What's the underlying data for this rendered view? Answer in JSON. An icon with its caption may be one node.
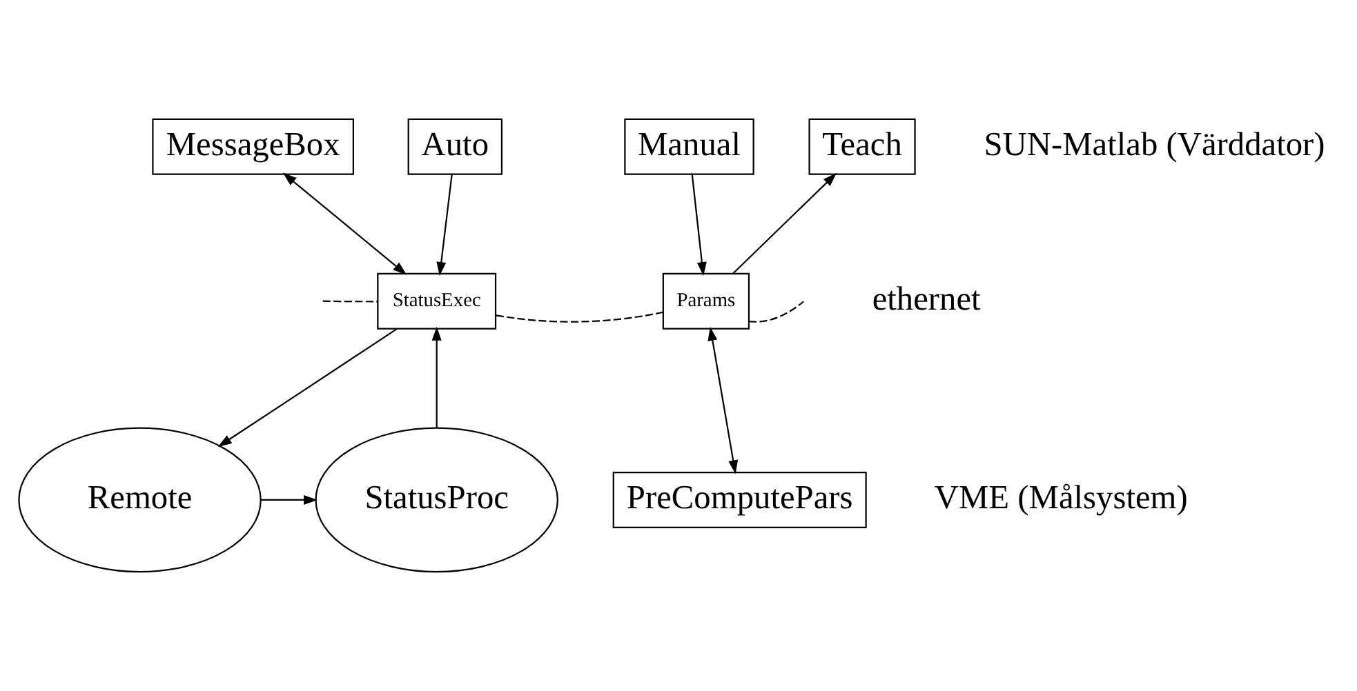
{
  "diagram": {
    "nodes": [
      {
        "text": [
          "MessageBox"
        ]
      },
      {
        "text": [
          "Auto"
        ]
      },
      {
        "text": [
          "Manual"
        ]
      },
      {
        "text": [
          "Teach"
        ]
      },
      {
        "text": [
          "StatusExec"
        ]
      },
      {
        "text": [
          "Params"
        ]
      },
      {
        "text": [
          "StatusProc"
        ]
      },
      {
        "text": [
          "Remote"
        ]
      },
      {
        "text": [
          "PreComputePars"
        ]
      }
    ],
    "edges": [
      {
        "from": 4,
        "to": 0,
        "arrow": "both"
      },
      {
        "from": 1,
        "to": 4,
        "arrow": "to"
      },
      {
        "from": 2,
        "to": 5,
        "arrow": "to"
      },
      {
        "from": 5,
        "to": 3,
        "arrow": "to"
      },
      {
        "from": 6,
        "to": 4,
        "arrow": "to"
      },
      {
        "from": 4,
        "to": 7,
        "arrow": "to"
      },
      {
        "from": 5,
        "to": 8,
        "arrow": "both"
      },
      {
        "from": 7,
        "to": 6,
        "arrow": "to"
      },
      {
        "from": null,
        "to": 4,
        "arrow": "none",
        "style": "dashed"
      },
      {
        "from": 4,
        "to": 5,
        "arrow": "none",
        "style": "dashed"
      },
      {
        "from": 5,
        "to": null,
        "arrow": "none",
        "style": "dashed"
      }
    ],
    "labels": [
      "SUN-Matlab (Värddator)",
      "ethernet",
      "VME (Målsystem)"
    ]
  }
}
